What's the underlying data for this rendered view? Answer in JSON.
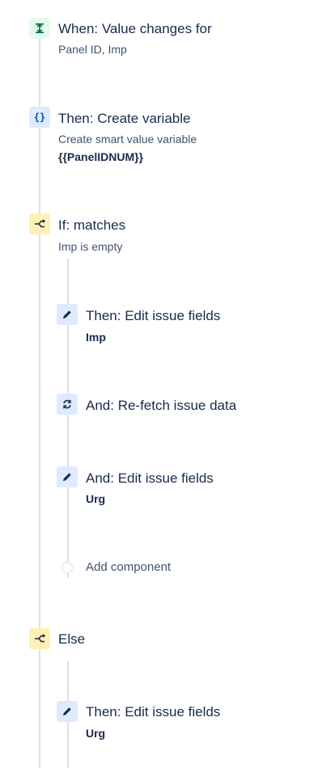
{
  "trigger": {
    "icon": "align-vertical-center-icon",
    "title": "When: Value changes for",
    "subtitle": "Panel ID, Imp"
  },
  "create_variable": {
    "icon": "braces-icon",
    "title": "Then: Create variable",
    "subtitle": "Create smart value variable",
    "variable": "{{PanelIDNUM}}"
  },
  "if_condition": {
    "icon": "branch-icon",
    "title": "If: matches",
    "subtitle": "Imp is empty"
  },
  "if_branch": {
    "actions": [
      {
        "icon": "pencil-icon",
        "title": "Then: Edit issue fields",
        "field": "Imp"
      },
      {
        "icon": "refresh-icon",
        "title": "And: Re-fetch issue data"
      },
      {
        "icon": "pencil-icon",
        "title": "And: Edit issue fields",
        "field": "Urg"
      }
    ],
    "add_component_label": "Add component"
  },
  "else_condition": {
    "icon": "branch-icon",
    "title": "Else"
  },
  "else_branch": {
    "actions": [
      {
        "icon": "pencil-icon",
        "title": "Then: Edit issue fields",
        "field": "Urg"
      }
    ]
  },
  "colors": {
    "trigger_bg": "#e3fcef",
    "action_bg": "#deebff",
    "condition_bg": "#fff0b3",
    "line": "#dfe1e6",
    "text": "#172b4d"
  }
}
